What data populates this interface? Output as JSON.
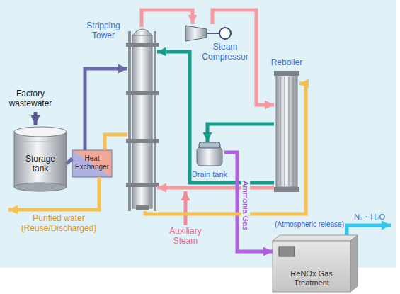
{
  "diagram": {
    "nodes": [
      {
        "text": [
          "Stripping Tower"
        ]
      },
      {
        "text": [
          "Steam Compressor"
        ]
      },
      {
        "text": [
          "Reboiler"
        ]
      },
      {
        "text": [
          "Drain tank"
        ]
      },
      {
        "text": [
          "Storage tank"
        ]
      },
      {
        "text": [
          "Heat Exchanger"
        ]
      },
      {
        "text": [
          "ReNOx Gas Treatment"
        ]
      }
    ],
    "edges": [
      {
        "from": 4,
        "to": 5,
        "arrow": "none"
      },
      {
        "from": 5,
        "to": 0,
        "arrow": "to"
      },
      {
        "from": 0,
        "to": 1,
        "arrow": "to"
      },
      {
        "from": 1,
        "to": 2,
        "arrow": "to"
      },
      {
        "from": 2,
        "to": 0,
        "arrow": "to"
      },
      {
        "from": 2,
        "to": 3,
        "arrow": "to"
      },
      {
        "from": 2,
        "to": 0,
        "arrow": "to"
      },
      {
        "from": 3,
        "to": 6,
        "label": "Ammonia Gas",
        "arrow": "to"
      },
      {
        "from": 0,
        "to": 2,
        "arrow": "to"
      },
      {
        "from": 0,
        "to": 5,
        "arrow": "none"
      }
    ],
    "labels": [
      "Factory wastewater",
      "Purified water (Reuse/Discharged)",
      "Auxiliary Steam",
      "N₂・H₂O",
      "(Atmospheric release)"
    ]
  }
}
